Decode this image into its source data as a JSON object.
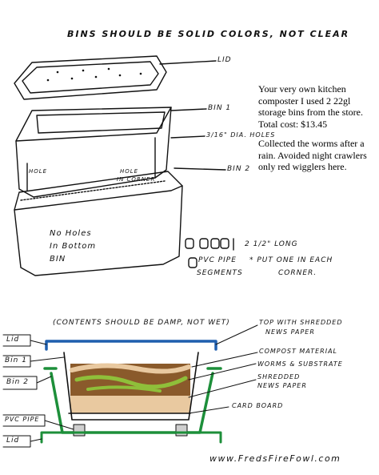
{
  "title": "BINS SHOULD BE SOLID COLORS, NOT CLEAR",
  "labels_top": {
    "lid": "LID",
    "bin1": "BIN 1",
    "holes_a": "3/16\" DIA. HOLES",
    "bin2": "BIN 2",
    "hole_left": "HOLE",
    "hole_in_corner_a": "HOLE",
    "hole_in_corner_b": "IN CORNER",
    "no_holes_1": "No Holes",
    "no_holes_2": "In Bottom",
    "no_holes_3": "BIN",
    "long": "2 1/2\" LONG",
    "pvc_1": "PVC PIPE",
    "pvc_2": "SEGMENTS",
    "corner_1": "* PUT ONE IN EACH",
    "corner_2": "CORNER."
  },
  "notes": [
    "Your very own kitchen composter I used 2 22gl storage bins from the store. Total cost: $13.45",
    "Collected the worms after a rain. Avoided night crawlers only red wigglers here."
  ],
  "labels_bottom": {
    "caption": "(CONTENTS SHOULD BE DAMP, NOT WET)",
    "lid_top": "Lid",
    "bin1": "Bin 1",
    "bin2": "Bin 2",
    "pvc": "PVC PIPE",
    "lid_bottom": "Lid",
    "top_1": "TOP WITH SHREDDED",
    "top_2": "NEWS PAPER",
    "compost": "COMPOST MATERIAL",
    "worms": "WORMS & SUBSTRATE",
    "shred_1": "SHREDDED",
    "shred_2": "NEWS PAPER",
    "cardboard": "CARD BOARD"
  },
  "website": "www.FredsFireFowl.com",
  "colors": {
    "ink": "#111111",
    "lid_blue": "#1f5fae",
    "bin_green": "#1d8f3a",
    "soil": "#8a5a2b",
    "worm": "#8fbf3a",
    "paper": "#e9c9a0"
  }
}
